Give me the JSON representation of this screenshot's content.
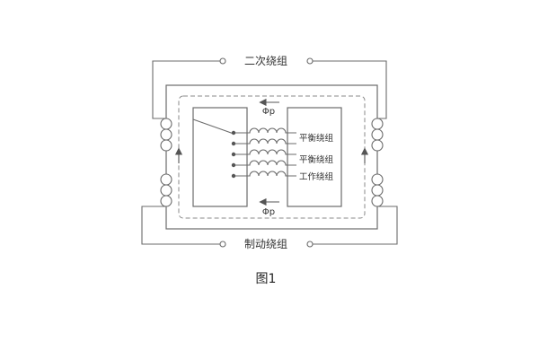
{
  "diagram": {
    "title_caption": "图1",
    "top_winding_label": "二次绕组",
    "bottom_winding_label": "制动绕组",
    "center_windings": [
      {
        "label": "平衡绕组"
      },
      {
        "label": "平衡绕组"
      },
      {
        "label": "工作绕组"
      }
    ],
    "flux_label_top": "Φp",
    "flux_label_bottom": "Φp",
    "colors": {
      "line": "#6b6b6b",
      "text": "#333333",
      "background": "#ffffff"
    },
    "icons": {
      "flux_arrow": "left/up arrowhead on dashed flux path",
      "terminal": "open circle terminal",
      "tap_dot": "filled connection dot"
    }
  }
}
